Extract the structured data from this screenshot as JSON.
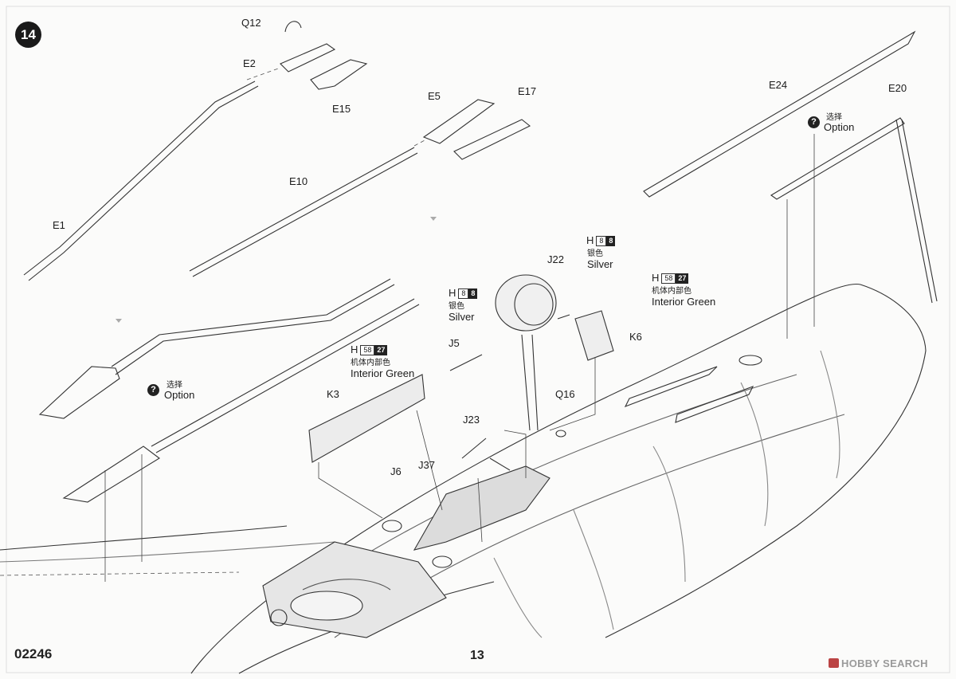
{
  "step": {
    "number": "14"
  },
  "parts": {
    "q12": "Q12",
    "e2": "E2",
    "e15": "E15",
    "e5": "E5",
    "e17": "E17",
    "e10": "E10",
    "e1": "E1",
    "e24": "E24",
    "e20": "E20",
    "j22": "J22",
    "k6": "K6",
    "j5": "J5",
    "k3": "K3",
    "q16": "Q16",
    "j23": "J23",
    "j6": "J6",
    "j37": "J37"
  },
  "paints": {
    "silver_top": {
      "brand": "H",
      "code_a": "8",
      "code_b": "8",
      "name_cn": "银色",
      "name_en": "Silver"
    },
    "silver_left": {
      "brand": "H",
      "code_a": "8",
      "code_b": "8",
      "name_cn": "银色",
      "name_en": "Silver"
    },
    "green_k6": {
      "brand": "H",
      "code_a": "58",
      "code_b": "27",
      "name_cn": "机体内部色",
      "name_en": "Interior Green"
    },
    "green_k3": {
      "brand": "H",
      "code_a": "58",
      "code_b": "27",
      "name_cn": "机体内部色",
      "name_en": "Interior Green"
    }
  },
  "options": {
    "icon_glyph": "?",
    "text_cn": "选择",
    "text_en": "Option"
  },
  "footer": {
    "kit_number": "02246",
    "page": "13",
    "watermark": "HOBBY SEARCH"
  }
}
